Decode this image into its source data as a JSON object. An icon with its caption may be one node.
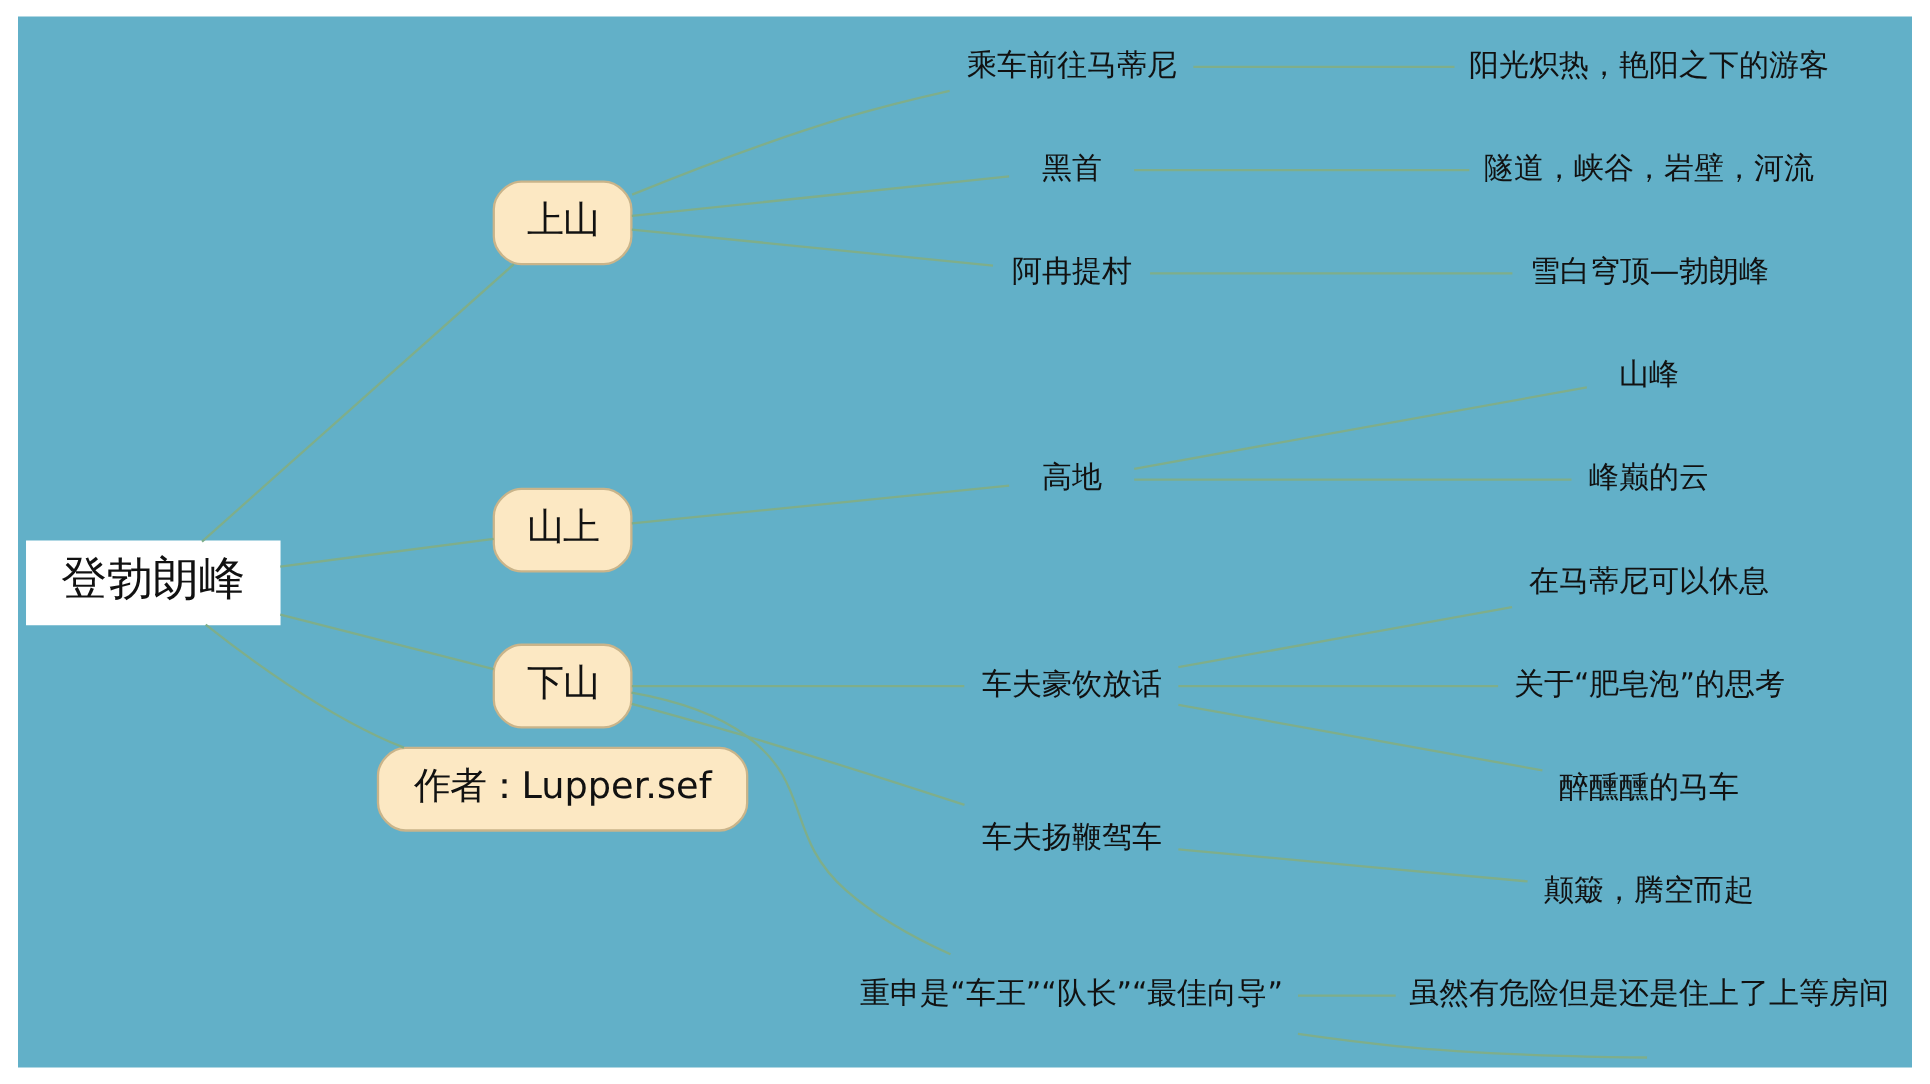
{
  "diagram": {
    "nodes": [
      {
        "text": [
          "登勃朗峰"
        ]
      },
      {
        "text": [
          "上山"
        ]
      },
      {
        "text": [
          "乘车前往马蒂尼"
        ]
      },
      {
        "text": [
          "阳光炽热，艳阳之下的游客"
        ]
      },
      {
        "text": [
          "黑首"
        ]
      },
      {
        "text": [
          "隧道，峡谷，岩壁，河流"
        ]
      },
      {
        "text": [
          "阿冉提村"
        ]
      },
      {
        "text": [
          "雪白穹顶—勃朗峰"
        ]
      },
      {
        "text": [
          "山上"
        ]
      },
      {
        "text": [
          "高地"
        ]
      },
      {
        "text": [
          "山峰"
        ]
      },
      {
        "text": [
          "峰巅的云"
        ]
      },
      {
        "text": [
          "下山"
        ]
      },
      {
        "text": [
          "车夫豪饮放话"
        ]
      },
      {
        "text": [
          "在马蒂尼可以休息"
        ]
      },
      {
        "text": [
          "关于“肥皂泡”的思考"
        ]
      },
      {
        "text": [
          "醉醺醺的马车"
        ]
      },
      {
        "text": [
          "车夫扬鞭驾车"
        ]
      },
      {
        "text": [
          "颠簸，腾空而起"
        ]
      },
      {
        "text": [
          "重申是“车王”“队长”“最佳向导”"
        ]
      },
      {
        "text": [
          "虽然有危险但是还是住上了上等房间"
        ]
      },
      {
        "text": [
          "作者：Lupper.sef"
        ]
      }
    ],
    "edges": [
      {
        "from": 0,
        "to": 1,
        "arrow": "none"
      },
      {
        "from": 1,
        "to": 2,
        "arrow": "none"
      },
      {
        "from": 2,
        "to": 3,
        "arrow": "none"
      },
      {
        "from": 1,
        "to": 4,
        "arrow": "none"
      },
      {
        "from": 4,
        "to": 5,
        "arrow": "none"
      },
      {
        "from": 1,
        "to": 6,
        "arrow": "none"
      },
      {
        "from": 6,
        "to": 7,
        "arrow": "none"
      },
      {
        "from": 0,
        "to": 8,
        "arrow": "none"
      },
      {
        "from": 8,
        "to": 9,
        "arrow": "none"
      },
      {
        "from": 9,
        "to": 10,
        "arrow": "none"
      },
      {
        "from": 9,
        "to": 11,
        "arrow": "none"
      },
      {
        "from": 0,
        "to": 12,
        "arrow": "none"
      },
      {
        "from": 12,
        "to": 13,
        "arrow": "none"
      },
      {
        "from": 13,
        "to": 14,
        "arrow": "none"
      },
      {
        "from": 13,
        "to": 15,
        "arrow": "none"
      },
      {
        "from": 13,
        "to": 16,
        "arrow": "none"
      },
      {
        "from": 12,
        "to": 17,
        "arrow": "none"
      },
      {
        "from": 17,
        "to": 18,
        "arrow": "none"
      },
      {
        "from": 12,
        "to": 19,
        "arrow": "none"
      },
      {
        "from": 19,
        "to": 20,
        "arrow": "none"
      },
      {
        "from": 19,
        "to": null,
        "arrow": "none"
      },
      {
        "from": 0,
        "to": 21,
        "arrow": "none"
      }
    ]
  }
}
